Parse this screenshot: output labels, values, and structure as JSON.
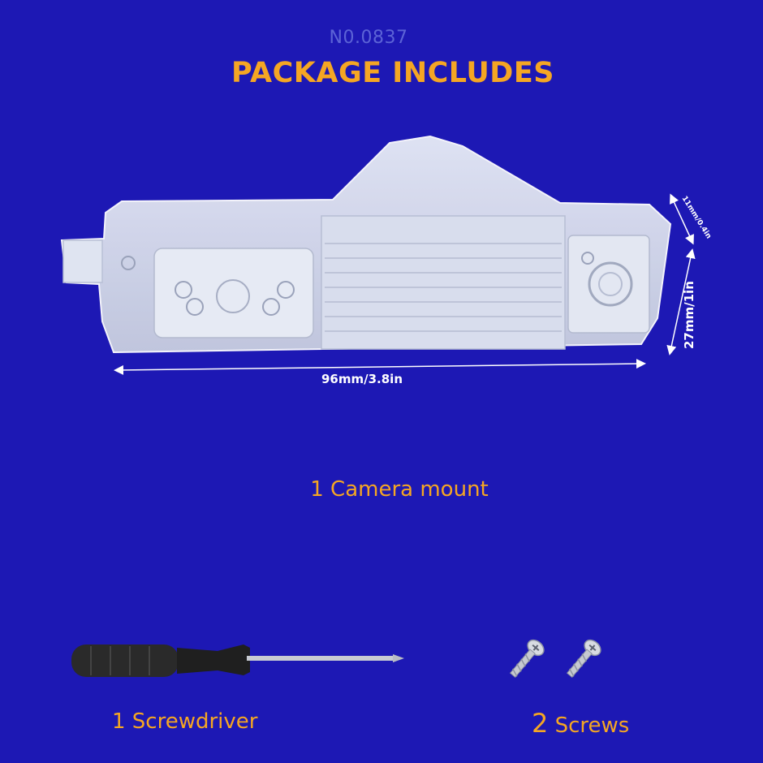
{
  "header": {
    "code": "N0.0837",
    "title": "PACKAGE INCLUDES"
  },
  "dimensions": {
    "width": "96mm/3.8in",
    "height": "27mm/1in",
    "depth": "11mm/0.4in"
  },
  "items": {
    "mount": "1 Camera mount",
    "screwdriver": "1 Screwdriver",
    "screws_count": "2",
    "screws_label": " Screws"
  },
  "colors": {
    "background": "#1d18b4",
    "accent": "#f5a623",
    "code": "#5c63d6"
  }
}
